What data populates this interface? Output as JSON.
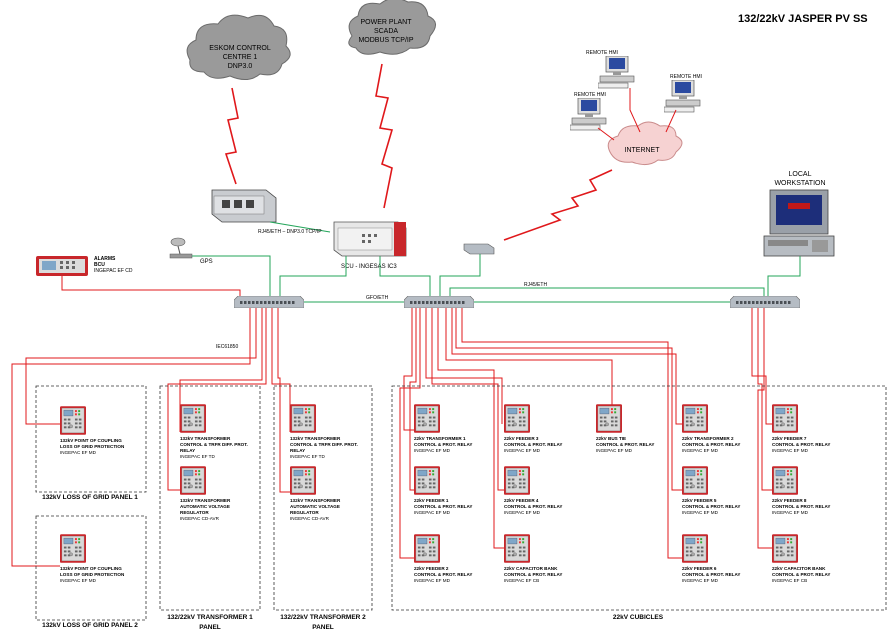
{
  "title": "132/22kV JASPER PV SS",
  "clouds": {
    "eskom": [
      "ESKOM CONTROL",
      "CENTRE 1",
      "DNP3.0"
    ],
    "powerplant": [
      "POWER PLANT",
      "SCADA",
      "MODBUS TCP/IP"
    ],
    "internet": "INTERNET"
  },
  "remote_hmi": [
    "REMOTE HMI",
    "REMOTE HMI",
    "REMOTE HMI"
  ],
  "local_workstation": [
    "LOCAL",
    "WORKSTATION"
  ],
  "links": {
    "rj45_dnp": "RJ45/ETH – DNP3.0 TCP/IP",
    "gfo": "GFO/ETH",
    "rj45": "RJ45/ETH",
    "iec": "IEC61850"
  },
  "gps": "GPS",
  "scu": "SCU - INGESAS IC3",
  "alarms": [
    "ALARMS",
    "BCU",
    "INGEPAC EF CD"
  ],
  "relays": {
    "poc1": [
      "132kV POINT OF COUPLING",
      "LOSS OF GRID PROTECTION",
      "INGEPAC EF MD"
    ],
    "poc2": [
      "132kV POINT OF COUPLING",
      "LOSS OF GRID PROTECTION",
      "INGEPAC EF MD"
    ],
    "t1a": [
      "132kV TRANSFORMER",
      "CONTROL & TRFR DIFF. PROT.",
      "RELAY",
      "INGEPAC EF TD"
    ],
    "t1b": [
      "132kV TRANSFORMER",
      "AUTOMATIC VOLTAGE",
      "REGULATOR",
      "INGEPAC CD-AVR"
    ],
    "t2a": [
      "132kV TRANSFORMER",
      "CONTROL & TRFR DIFF. PROT.",
      "RELAY",
      "INGEPAC EF TD"
    ],
    "t2b": [
      "132kV TRANSFORMER",
      "AUTOMATIC VOLTAGE",
      "REGULATOR",
      "INGEPAC CD-AVR"
    ],
    "c1": [
      "22kV TRANSFORMER 1",
      "CONTROL & PROT. RELAY",
      "INGEPAC EF MD"
    ],
    "c2": [
      "22kV FEEDER 1",
      "CONTROL & PROT. RELAY",
      "INGEPAC EF MD"
    ],
    "c3": [
      "22kV FEEDER 2",
      "CONTROL & PROT. RELAY",
      "INGEPAC EF MD"
    ],
    "c4": [
      "22kV FEEDER 3",
      "CONTROL & PROT. RELAY",
      "INGEPAC EF MD"
    ],
    "c5": [
      "22kV FEEDER 4",
      "CONTROL & PROT. RELAY",
      "INGEPAC EF MD"
    ],
    "c6": [
      "22kV CAPACITOR BANK",
      "CONTROL & PROT. RELAY",
      "INGEPAC EF CB"
    ],
    "c7": [
      "22kV BUS TIE",
      "CONTROL & PROT. RELAY",
      "INGEPAC EF MD"
    ],
    "c8": [
      "22kV TRANSFORMER 2",
      "CONTROL & PROT. RELAY",
      "INGEPAC EF MD"
    ],
    "c9": [
      "22kV FEEDER 5",
      "CONTROL & PROT. RELAY",
      "INGEPAC EF MD"
    ],
    "c10": [
      "22kV FEEDER 6",
      "CONTROL & PROT. RELAY",
      "INGEPAC EF MD"
    ],
    "c11": [
      "22kV FEEDER 7",
      "CONTROL & PROT. RELAY",
      "INGEPAC EF MD"
    ],
    "c12": [
      "22kV FEEDER 8",
      "CONTROL & PROT. RELAY",
      "INGEPAC EF MD"
    ],
    "c13": [
      "22kV CAPACITOR BANK",
      "CONTROL & PROT. RELAY",
      "INGEPAC EF CB"
    ]
  },
  "panels": {
    "log1": "132kV LOSS OF GRID PANEL 1",
    "log2": "132kV LOSS OF GRID PANEL 2",
    "tr1": [
      "132/22kV TRANSFORMER 1",
      "PANEL"
    ],
    "tr2": [
      "132/22kV TRANSFORMER 2",
      "PANEL"
    ],
    "cubicles": "22kV CUBICLES"
  }
}
